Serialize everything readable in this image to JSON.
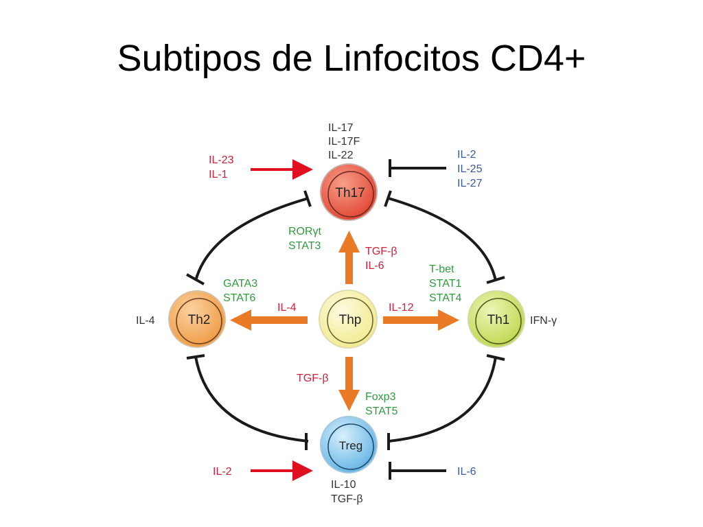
{
  "slide": {
    "title": "Subtipos de Linfocitos CD4+"
  },
  "colors": {
    "red_text": "#d0203a",
    "green_text": "#2f9a3e",
    "blue_text": "#3a5a96",
    "dark_text": "#333333",
    "orange_arrow": "#ea7a25",
    "red_arrow": "#e01020",
    "inhibit_line": "#1a1a1a",
    "th17_fill": "#e84a3a",
    "th2_fill": "#f0a050",
    "th1_fill": "#c8dc5a",
    "thp_fill": "#f5f0a0",
    "treg_fill": "#7cc2ea"
  },
  "cells": {
    "th17": "Th17",
    "th2": "Th2",
    "thp": "Thp",
    "th1": "Th1",
    "treg": "Treg"
  },
  "labels": {
    "th17_products": [
      "IL-17",
      "IL-17F",
      "IL-22"
    ],
    "th17_inducers": [
      "IL-23",
      "IL-1"
    ],
    "th17_inhibitors": [
      "IL-2",
      "IL-25",
      "IL-27"
    ],
    "th17_tfs": [
      "RORγt",
      "STAT3"
    ],
    "thp_to_th17": [
      "TGF-β",
      "IL-6"
    ],
    "th2_tfs": [
      "GATA3",
      "STAT6"
    ],
    "thp_to_th2": "IL-4",
    "th2_product": "IL-4",
    "th1_tfs": [
      "T-bet",
      "STAT1",
      "STAT4"
    ],
    "thp_to_th1": "IL-12",
    "th1_product": "IFN-γ",
    "thp_to_treg": "TGF-β",
    "treg_tfs": [
      "Foxp3",
      "STAT5"
    ],
    "treg_inducer": "IL-2",
    "treg_inhibitor": "IL-6",
    "treg_products": [
      "IL-10",
      "TGF-β"
    ]
  }
}
